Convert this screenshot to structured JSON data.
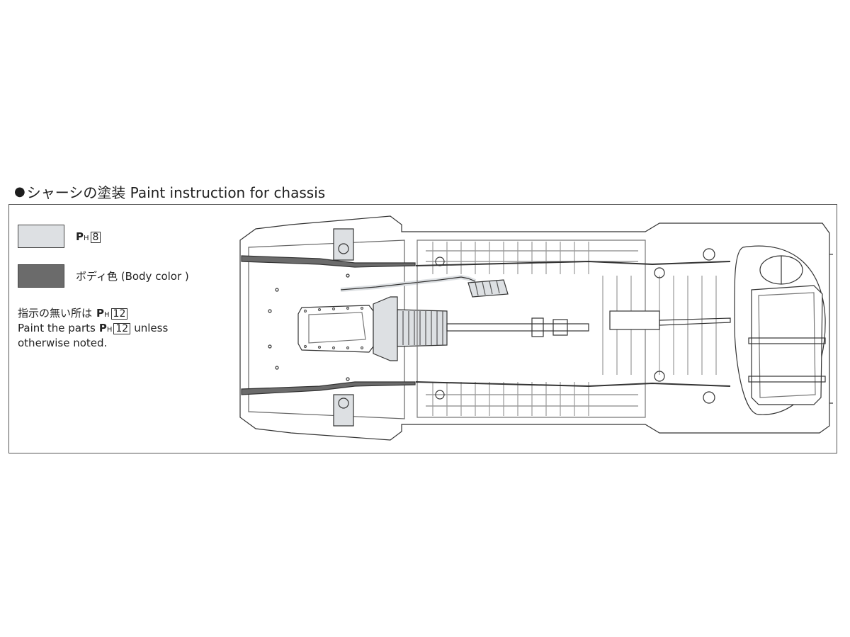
{
  "heading": {
    "bullet": "●",
    "text": "シャーシの塗装 Paint instruction for chassis"
  },
  "legend": [
    {
      "swatch_color": "#dde0e3",
      "code_letter": "P",
      "code_sub": "H",
      "code_number": "8",
      "label": ""
    },
    {
      "swatch_color": "#6b6b6b",
      "code_letter": "",
      "code_sub": "",
      "code_number": "",
      "label": "ボディ色 (Body color )"
    }
  ],
  "note": {
    "line1_prefix": "指示の無い所は",
    "line2_prefix": "Paint the parts",
    "line2_suffix": "unless",
    "line3": "otherwise noted.",
    "code_letter": "P",
    "code_sub": "H",
    "code_number": "12"
  },
  "colors": {
    "frame_border": "#555555",
    "line_art": "#333333",
    "body_color": "#6b6b6b",
    "ph8": "#dde0e3"
  },
  "icons": [
    "chassis-underside-diagram"
  ]
}
